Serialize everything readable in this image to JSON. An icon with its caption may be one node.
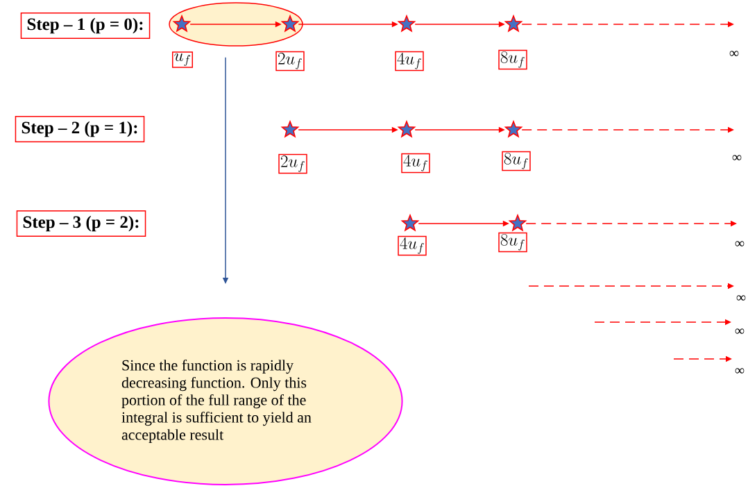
{
  "diagram": {
    "nodes": [
      {
        "text": [
          "Step – 1 (p = 0):"
        ]
      },
      {
        "text": [],
        "shape": "ellipse"
      },
      {
        "text": [],
        "shape": "star",
        "in": 1
      },
      {
        "text": [],
        "shape": "star",
        "in": 1
      },
      {
        "text": [],
        "shape": "star"
      },
      {
        "text": [],
        "shape": "star"
      },
      {
        "text": [
          "u_{f}"
        ]
      },
      {
        "text": [
          "2u_{f}"
        ]
      },
      {
        "text": [
          "4u_{f}"
        ]
      },
      {
        "text": [
          "8u_{f}"
        ]
      },
      {
        "text": [
          "Step – 2 (p = 1):"
        ]
      },
      {
        "text": [],
        "shape": "star"
      },
      {
        "text": [],
        "shape": "star"
      },
      {
        "text": [],
        "shape": "star"
      },
      {
        "text": [
          "2u_{f}"
        ]
      },
      {
        "text": [
          "4u_{f}"
        ]
      },
      {
        "text": [
          "8u_{f}"
        ]
      },
      {
        "text": [
          "Step – 3 (p = 2):"
        ]
      },
      {
        "text": [],
        "shape": "star"
      },
      {
        "text": [],
        "shape": "star"
      },
      {
        "text": [
          "4u_{f}"
        ]
      },
      {
        "text": [
          "8u_{f}"
        ]
      },
      {
        "text": [
          "Since the function is rapidly decreasing function. Only this portion of the full range of the integral is sufficient to yield an acceptable result"
        ]
      }
    ],
    "edges": [
      {
        "from": 2,
        "to": 3,
        "arrow": "to"
      },
      {
        "from": 3,
        "to": 4,
        "arrow": "to"
      },
      {
        "from": 4,
        "to": 5,
        "arrow": "to"
      },
      {
        "from": 5,
        "to": null,
        "arrow": "to",
        "style": "dashed"
      },
      {
        "from": 11,
        "to": 12,
        "arrow": "to"
      },
      {
        "from": 12,
        "to": 13,
        "arrow": "to"
      },
      {
        "from": 13,
        "to": null,
        "arrow": "to",
        "style": "dashed"
      },
      {
        "from": 18,
        "to": 19,
        "arrow": "to"
      },
      {
        "from": 19,
        "to": null,
        "arrow": "to",
        "style": "dashed"
      },
      {
        "from": 1,
        "to": 22,
        "arrow": "to",
        "color": "#2f5597"
      }
    ],
    "labels": [
      "∞",
      "∞",
      "∞",
      "∞",
      "∞",
      "∞"
    ]
  }
}
